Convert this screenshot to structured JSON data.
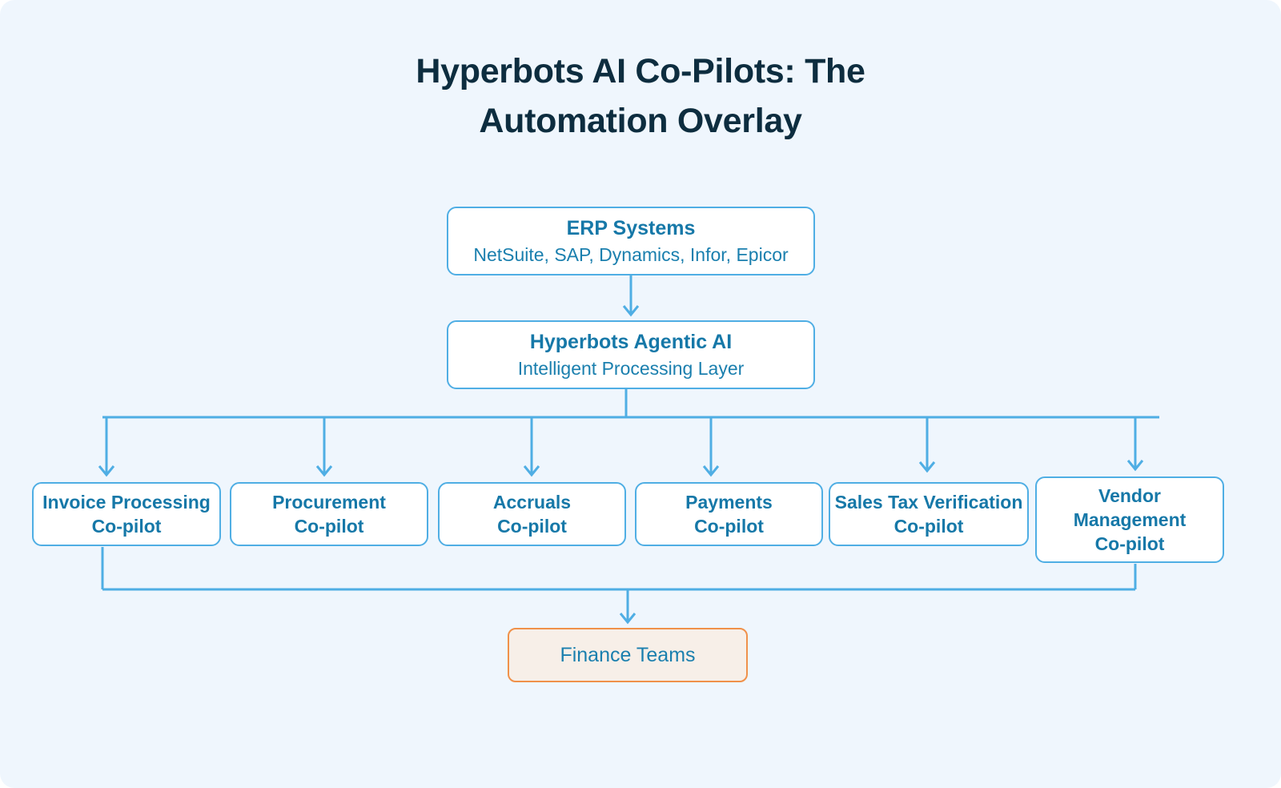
{
  "diagram": {
    "type": "flowchart",
    "background_color": "#EFF6FD",
    "title": {
      "line1": "Hyperbots AI Co-Pilots: The",
      "line2": "Automation Overlay",
      "color": "#0D2D3F"
    },
    "colors": {
      "node_border": "#4FAEE4",
      "node_fill": "#FFFFFF",
      "heading_text": "#1678A8",
      "sub_text": "#1A7FAE",
      "connector": "#4FAEE4",
      "finance_border": "#F0914A",
      "finance_fill": "#F7EFE8"
    },
    "source_node": {
      "title": "ERP Systems",
      "subtitle": "NetSuite, SAP, Dynamics, Infor, Epicor"
    },
    "middle_node": {
      "title": "Hyperbots Agentic AI",
      "subtitle": "Intelligent Processing Layer"
    },
    "copilots": [
      {
        "line1": "Invoice Processing",
        "line2": "Co-pilot"
      },
      {
        "line1": "Procurement",
        "line2": "Co-pilot"
      },
      {
        "line1": "Accruals",
        "line2": "Co-pilot"
      },
      {
        "line1": "Payments",
        "line2": "Co-pilot"
      },
      {
        "line1": "Sales Tax Verification",
        "line2": "Co-pilot"
      },
      {
        "line1": "Vendor",
        "line2": "Management",
        "line3": "Co-pilot"
      }
    ],
    "target_node": {
      "label": "Finance Teams"
    }
  }
}
